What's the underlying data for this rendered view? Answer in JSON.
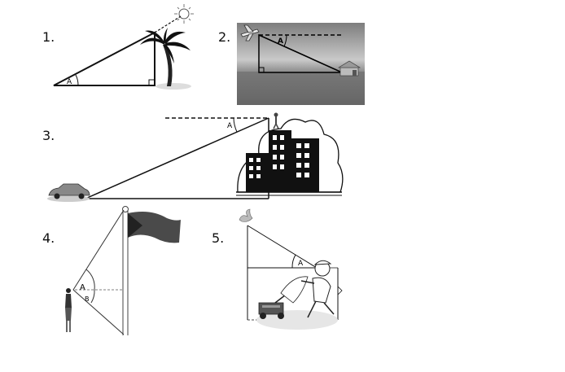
{
  "problems": [
    {
      "number": "1.",
      "angle_label": "A"
    },
    {
      "number": "2.",
      "angle_label": "A"
    },
    {
      "number": "3.",
      "angle_label": "A"
    },
    {
      "number": "4.",
      "angle_label_top": "A",
      "angle_label_bottom": "B"
    },
    {
      "number": "5.",
      "angle_label": "A"
    }
  ],
  "icons": {
    "p1": [
      "sun-icon",
      "palm-tree-icon"
    ],
    "p2": [
      "airplane-icon",
      "house-icon"
    ],
    "p3": [
      "car-icon",
      "person-icon",
      "buildings-icon"
    ],
    "p4": [
      "flag-icon",
      "woman-icon"
    ],
    "p5": [
      "bird-icon",
      "man-mowing-icon"
    ]
  },
  "colors": {
    "line": "#111111",
    "photo_sky": "#9a9a9a",
    "photo_sea": "#6f6f6f"
  }
}
